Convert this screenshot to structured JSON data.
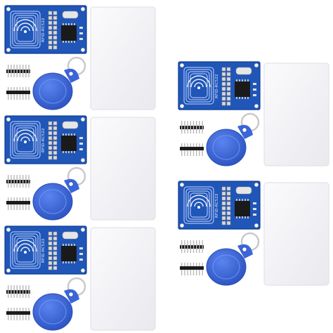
{
  "product": {
    "kit_count": 5,
    "board_marking": "RFID-RC522",
    "items": [
      "rfid-reader-module",
      "pin-header-straight",
      "pin-header-angled",
      "key-fob-tag",
      "blank-card"
    ]
  },
  "colors": {
    "background": "#ffffff",
    "pcb_blue": "#1f56b8",
    "pcb_dark": "#0f3d92",
    "antenna_trace": "#c8d7ff",
    "fob_blue": "#3a66d9",
    "fob_ring": "#c9c9c9",
    "card_white": "#f6f6f8",
    "pin_black": "#1b1b1b",
    "pin_gold": "#b8b8b8"
  }
}
